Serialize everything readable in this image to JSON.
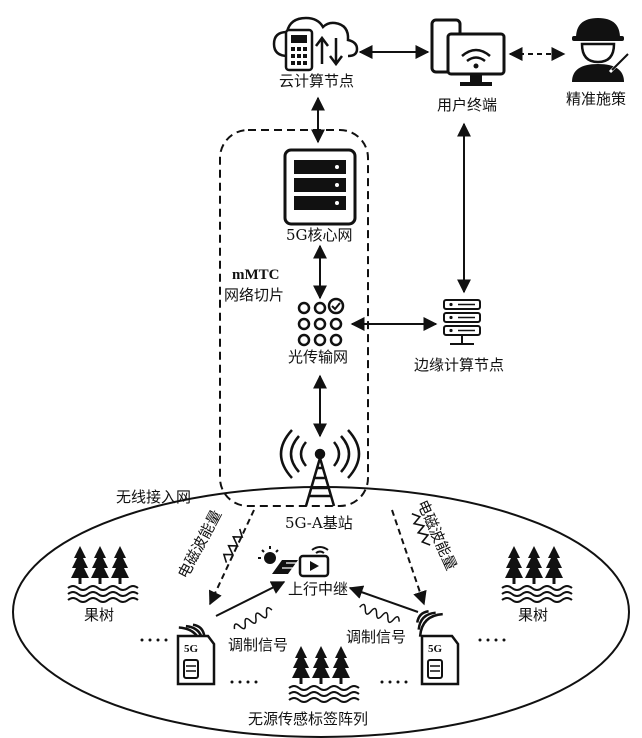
{
  "labels": {
    "cloud": "云计算节点",
    "user_terminal": "用户终端",
    "precision": "精准施策",
    "core": "5G核心网",
    "mmtc": "mMTC",
    "slice": "网络切片",
    "optical": "光传输网",
    "edge": "边缘计算节点",
    "wireless_access": "无线接入网",
    "base_station": "5G-A基站",
    "em_left": "电磁波能量",
    "em_right": "电磁波能量",
    "uplink_relay": "上行中继",
    "orchard_left": "果树",
    "orchard_right": "果树",
    "mod_left": "调制信号",
    "mod_right": "调制信号",
    "array": "无源传感标签阵列",
    "tag_badge_left": "5G",
    "tag_badge_right": "5G"
  },
  "colors": {
    "line": "#111111"
  }
}
